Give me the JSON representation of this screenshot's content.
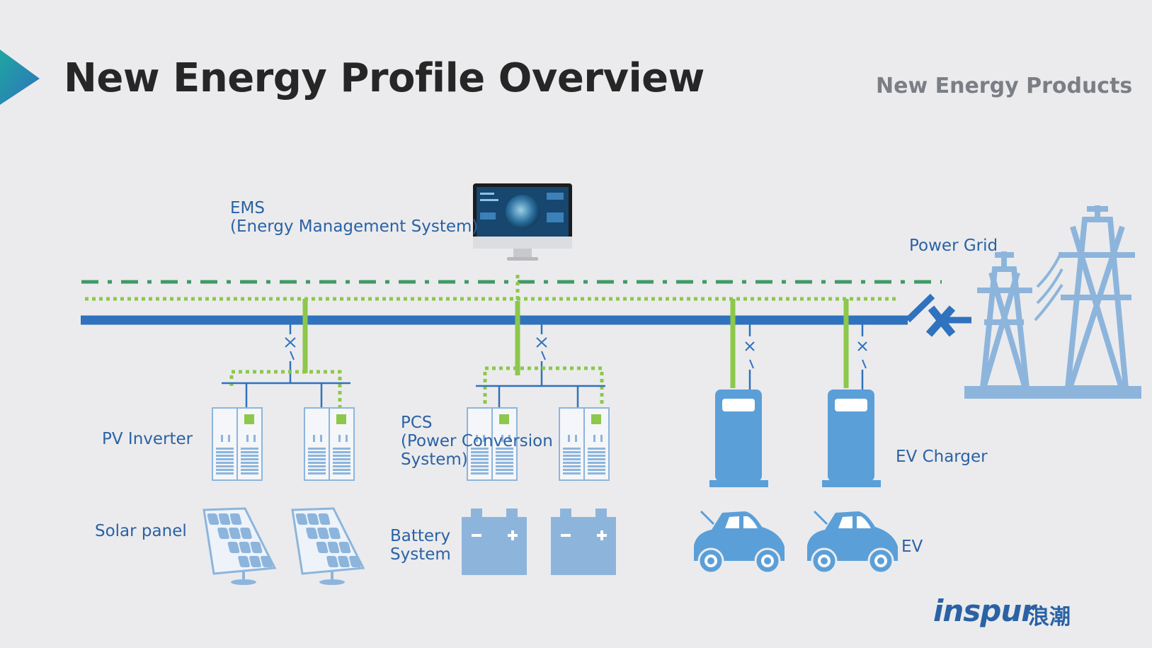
{
  "header": {
    "title": "New Energy Profile Overview",
    "subtitle": "New Energy Products"
  },
  "labels": {
    "ems_line1": "EMS",
    "ems_line2": "(Energy Management System)",
    "power_grid": "Power Grid",
    "pv_inverter": "PV Inverter",
    "pcs_line1": "PCS",
    "pcs_line2": "(Power Conversion",
    "pcs_line3": "System)",
    "ev_charger": "EV  Charger",
    "solar_panel": "Solar panel",
    "battery_line1": "Battery",
    "battery_line2": "System",
    "ev": "EV"
  },
  "brand": {
    "logo": "inspur",
    "logo_cn": "浪潮"
  },
  "colors": {
    "bus_blue": "#2f72bd",
    "device_blue": "#5b9fd8",
    "light_blue": "#8db5dc",
    "comm_green": "#8cc84b",
    "dash_green": "#3f9a66",
    "label_blue": "#2a62a4",
    "title_dark": "#262626",
    "subtitle_gray": "#7b7f85",
    "accent_teal": "#1fa6a0"
  }
}
